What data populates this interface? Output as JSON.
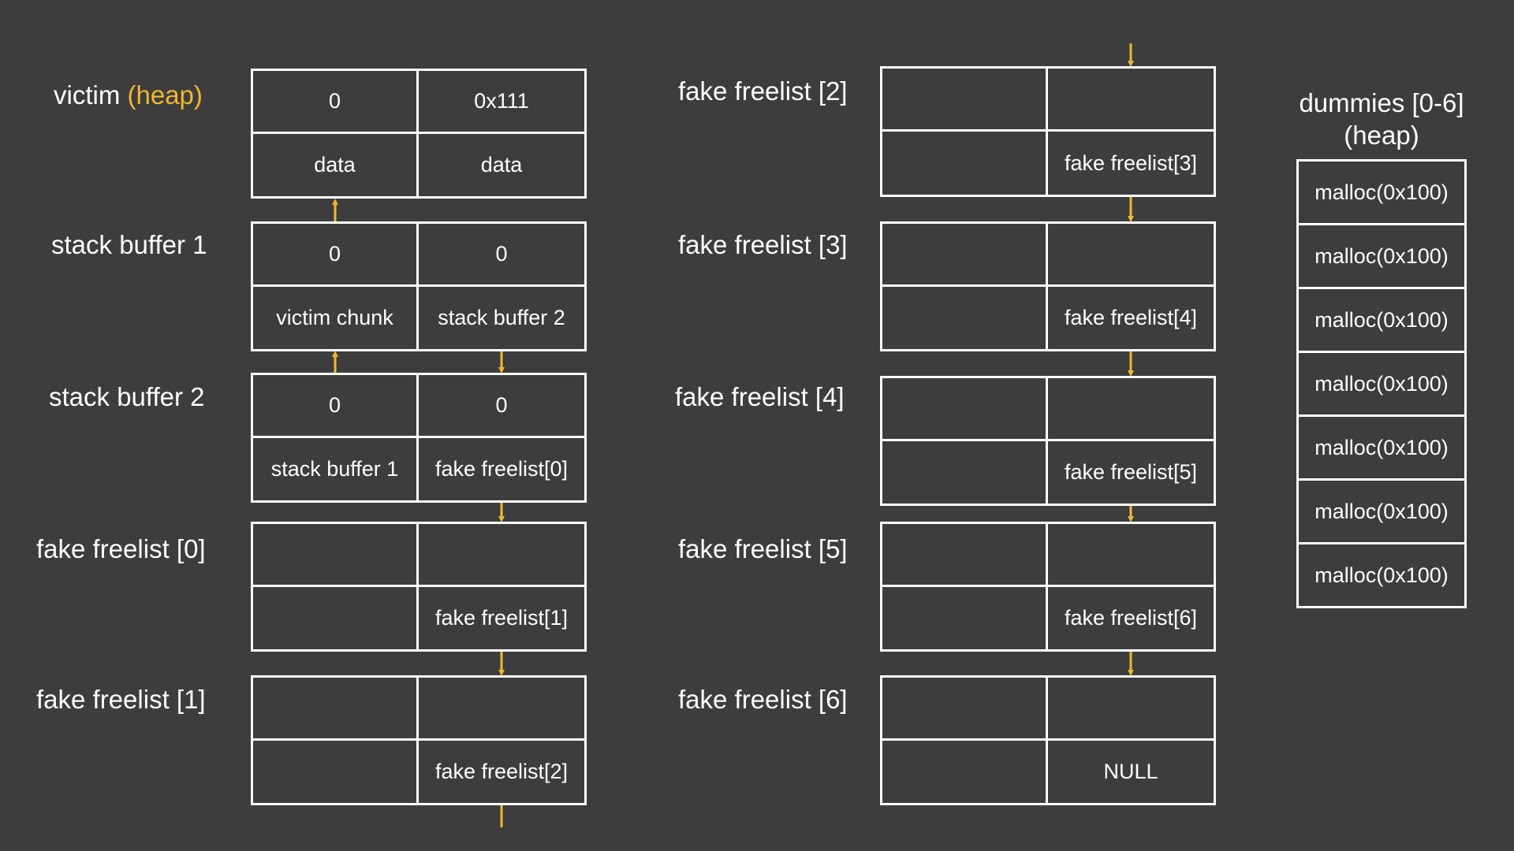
{
  "colors": {
    "background": "#3d3d3d",
    "foreground": "#ffffff",
    "accent": "#f2b632"
  },
  "left_column": [
    {
      "id": "victim",
      "label": "victim ",
      "label_accent": "(heap)",
      "cells": [
        "0",
        "0x111",
        "data",
        "data"
      ]
    },
    {
      "id": "stack-buffer-1",
      "label": "stack buffer 1",
      "label_accent": "",
      "cells": [
        "0",
        "0",
        "victim chunk",
        "stack buffer 2"
      ]
    },
    {
      "id": "stack-buffer-2",
      "label": "stack buffer 2",
      "label_accent": "",
      "cells": [
        "0",
        "0",
        "stack buffer 1",
        "fake freelist[0]"
      ]
    },
    {
      "id": "fake-freelist-0",
      "label": "fake freelist [0]",
      "label_accent": "",
      "cells": [
        "",
        "",
        "",
        "fake freelist[1]"
      ]
    },
    {
      "id": "fake-freelist-1",
      "label": "fake freelist [1]",
      "label_accent": "",
      "cells": [
        "",
        "",
        "",
        "fake freelist[2]"
      ]
    }
  ],
  "middle_column": [
    {
      "id": "fake-freelist-2",
      "label": "fake freelist [2]",
      "cells": [
        "",
        "",
        "",
        "fake freelist[3]"
      ]
    },
    {
      "id": "fake-freelist-3",
      "label": "fake freelist [3]",
      "cells": [
        "",
        "",
        "",
        "fake freelist[4]"
      ]
    },
    {
      "id": "fake-freelist-4",
      "label": "fake freelist [4]",
      "cells": [
        "",
        "",
        "",
        "fake freelist[5]"
      ]
    },
    {
      "id": "fake-freelist-5",
      "label": "fake freelist [5]",
      "cells": [
        "",
        "",
        "",
        "fake freelist[6]"
      ]
    },
    {
      "id": "fake-freelist-6",
      "label": "fake freelist [6]",
      "cells": [
        "",
        "",
        "",
        "NULL"
      ]
    }
  ],
  "dummies": {
    "title_line1": "dummies [0-6]",
    "title_line2": "(heap)",
    "items": [
      "malloc(0x100)",
      "malloc(0x100)",
      "malloc(0x100)",
      "malloc(0x100)",
      "malloc(0x100)",
      "malloc(0x100)",
      "malloc(0x100)"
    ]
  }
}
